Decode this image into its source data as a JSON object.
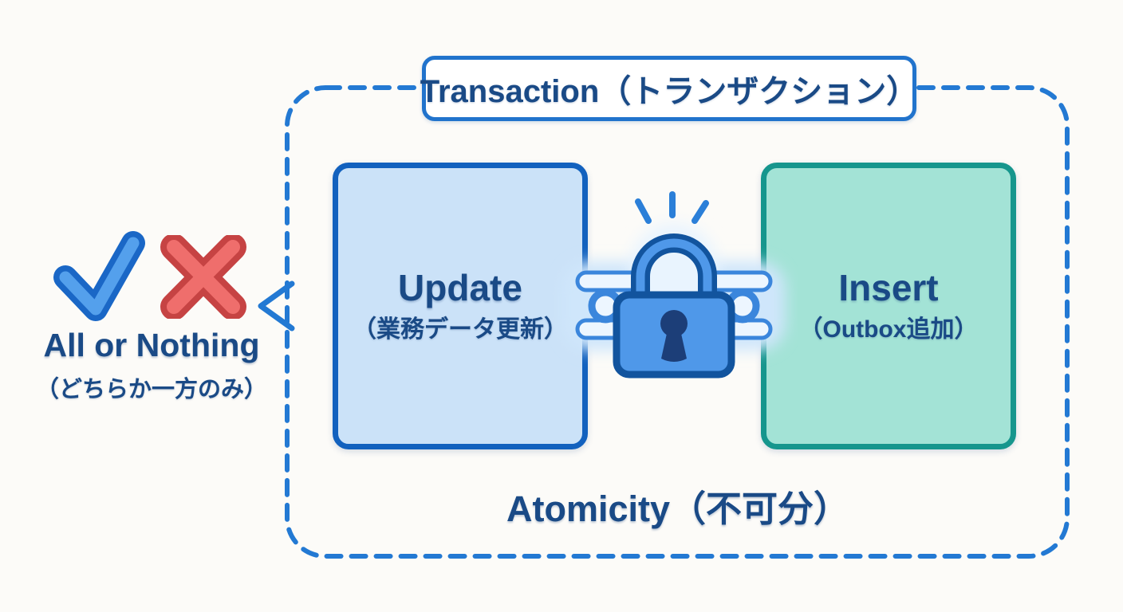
{
  "diagram": {
    "background_color": "#fcfbf8",
    "accent_blue": "#2379d3",
    "text_navy": "#1a4a86"
  },
  "transaction": {
    "title": "Transaction（トランザクション）",
    "atomicity_label": "Atomicity（不可分）",
    "boxes": {
      "update": {
        "title": "Update",
        "subtitle": "（業務データ更新）",
        "fill_color": "#cbe2f8",
        "border_color": "#1261be"
      },
      "insert": {
        "title": "Insert",
        "subtitle": "（Outbox追加）",
        "fill_color": "#a3e3d6",
        "border_color": "#16968d"
      }
    }
  },
  "side_note": {
    "title": "All or Nothing",
    "subtitle": "（どちらか一方のみ）"
  },
  "icons": {
    "checkmark": {
      "meaning": "success / committed",
      "color": "#2176d2"
    },
    "cross": {
      "meaning": "failure / rolled back",
      "color": "#d9534f"
    },
    "lock": {
      "meaning": "transaction lock",
      "fill": "#4f98e9",
      "border": "#12549e"
    },
    "chain": {
      "meaning": "linked operations",
      "color": "#3b86dc"
    },
    "sparkle": {
      "meaning": "emphasis",
      "color": "#2b7fd8"
    }
  }
}
